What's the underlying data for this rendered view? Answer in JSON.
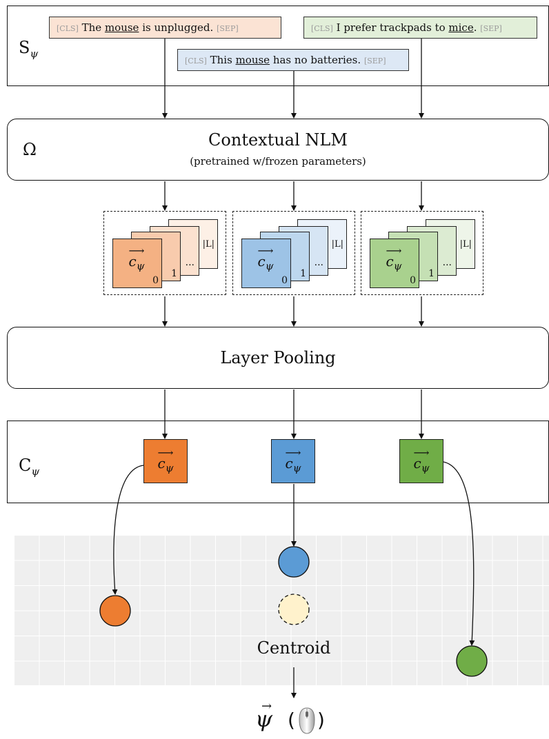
{
  "sentences_panel": {
    "label_main": "S",
    "label_sub": "ψ",
    "sentences": [
      {
        "tok_start": "[CLS]",
        "pre": "The ",
        "target": "mouse",
        "post": " is unplugged.",
        "tok_end": "[SEP]",
        "color": "#fbe3d4"
      },
      {
        "tok_start": "[CLS]",
        "pre": "This ",
        "target": "mouse",
        "post": " has no batteries.",
        "tok_end": "[SEP]",
        "color": "#dde8f5"
      },
      {
        "tok_start": "[CLS]",
        "pre": "I prefer trackpads to ",
        "target": "mice",
        "post": ".",
        "tok_end": "[SEP]",
        "color": "#e2efd9"
      }
    ]
  },
  "model_panel": {
    "label": "Ω",
    "title": "Contextual NLM",
    "subtitle": "(pretrained w/frozen parameters)"
  },
  "layers": {
    "vector_symbol": "c",
    "vector_sub": "ψ",
    "arrow_glyph": "⟶",
    "indices": [
      "0",
      "1",
      "...",
      "|L|"
    ],
    "groups": [
      {
        "name": "orange",
        "colors": [
          "#f4b183",
          "#f8cbad",
          "#fbe1cf",
          "#fdf0e6"
        ]
      },
      {
        "name": "blue",
        "colors": [
          "#9dc3e6",
          "#bdd7ee",
          "#d6e5f4",
          "#ebf2fa"
        ]
      },
      {
        "name": "green",
        "colors": [
          "#a9d18e",
          "#c5e0b4",
          "#dcebd2",
          "#eef5e9"
        ]
      }
    ]
  },
  "pooling_panel": {
    "title": "Layer Pooling"
  },
  "context_panel": {
    "label_main": "C",
    "label_sub": "ψ",
    "vectors": [
      {
        "color": "#ed7d31"
      },
      {
        "color": "#5b9bd5"
      },
      {
        "color": "#70ad47"
      }
    ]
  },
  "embedding_space": {
    "points": [
      {
        "color": "#ed7d31"
      },
      {
        "color": "#5b9bd5"
      },
      {
        "color": "#70ad47"
      }
    ],
    "centroid_color": "#fff2cc",
    "centroid_label": "Centroid"
  },
  "output": {
    "symbol": "ψ",
    "open_paren": "(",
    "close_paren": ")",
    "icon": "computer-mouse-icon"
  }
}
